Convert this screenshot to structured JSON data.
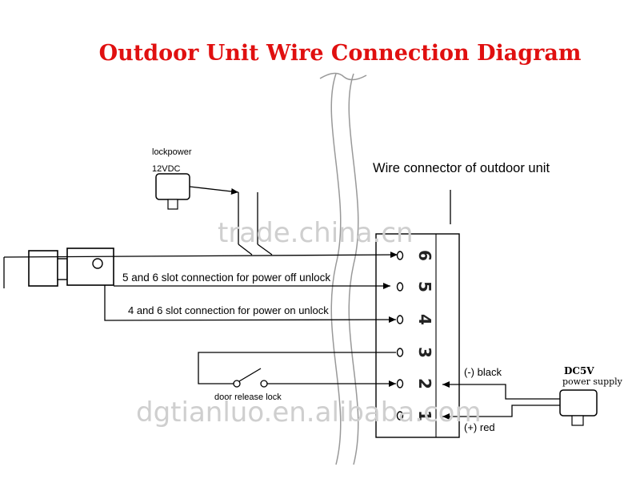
{
  "title": "Outdoor Unit Wire Connection Diagram",
  "connector_label": "Wire connector of outdoor unit",
  "lock_power": {
    "label": "lockpower",
    "voltage": "12VDC"
  },
  "slot_numbers": [
    "6",
    "5",
    "4",
    "3",
    "2",
    "1"
  ],
  "wire_labels": {
    "power_off_unlock": "5 and 6 slot connection for power off unlock",
    "power_on_unlock": "4 and 6 slot connection for power on unlock",
    "door_release": "door release lock"
  },
  "power_supply": {
    "label": "DC5V",
    "sublabel": "power supply",
    "black": "(-) black",
    "red": "(+) red"
  },
  "watermarks": [
    "trade.china.cn",
    "dgtianluo.en.alibaba.com"
  ],
  "colors": {
    "title": "#e01010",
    "line": "#000000",
    "watermark": "#cfcfcf"
  }
}
